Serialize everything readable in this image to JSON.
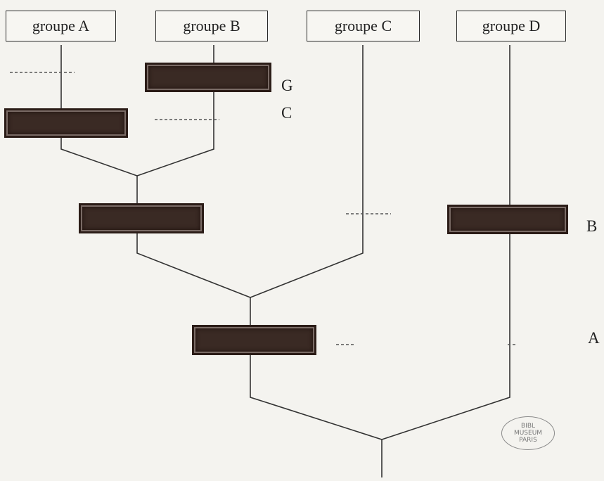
{
  "groups": [
    {
      "label": "groupe A"
    },
    {
      "label": "groupe B"
    },
    {
      "label": "groupe C"
    },
    {
      "label": "groupe D"
    }
  ],
  "levels": {
    "g": "G",
    "c": "C",
    "b": "B",
    "a": "A"
  },
  "stamp": {
    "line1": "BIBL",
    "line2": "MUSEUM",
    "line3": "PARIS"
  }
}
